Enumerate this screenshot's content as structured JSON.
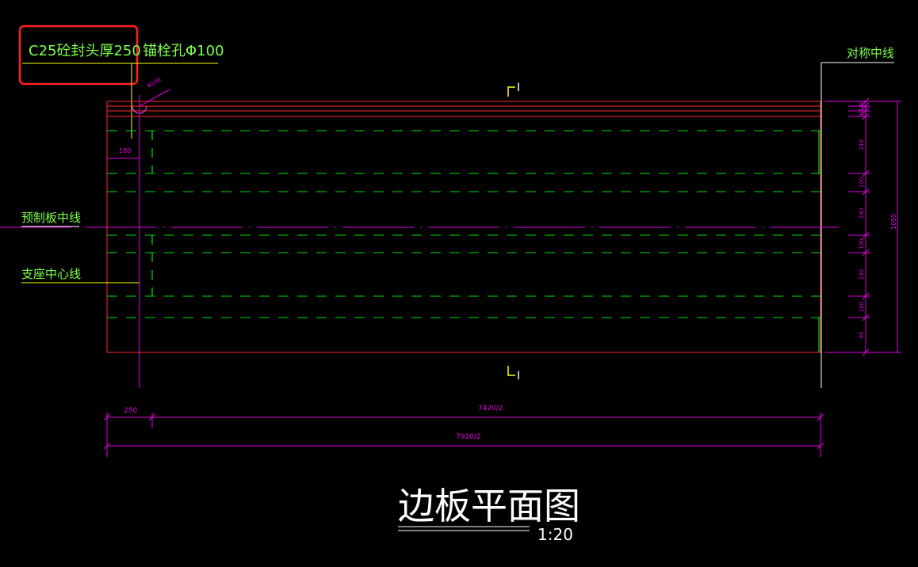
{
  "labels": {
    "seal_note": "C25砼封头厚250",
    "anchor_hole": "锚栓孔Φ100",
    "symmetry_line": "对称中线",
    "precast_centerline": "预制板中线",
    "support_centerline": "支座中心线",
    "section_top": "I",
    "section_bottom": "I",
    "angle_label": "Φ100",
    "left_offset": "180",
    "title": "边板平面图",
    "scale": "1:20"
  },
  "dimensions": {
    "bottom_left": "250",
    "bottom_mid": "7420/2",
    "bottom_total": "7920/2",
    "right_total": "1095",
    "right_segments": [
      "40",
      "40",
      "80",
      "240",
      "100",
      "240",
      "100",
      "240",
      "100",
      "95"
    ]
  },
  "colors": {
    "background": "#000000",
    "outline": "#ff2a2a",
    "rebar": "#00e000",
    "dimension": "#e000e0",
    "text": "#7cff4a",
    "white": "#ffffff",
    "yellow": "#ffff00",
    "highlight": "#ff2020"
  }
}
